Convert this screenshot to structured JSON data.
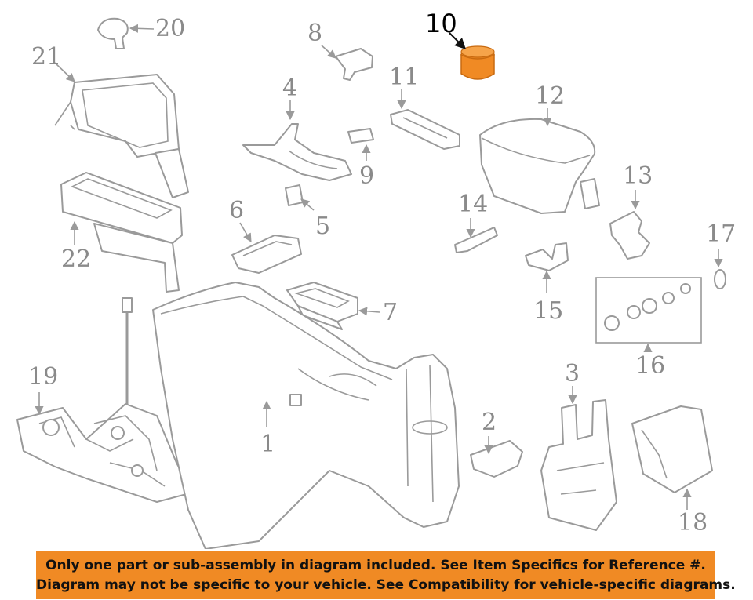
{
  "diagram": {
    "parts": [
      {
        "callout": "1",
        "highlighted": false
      },
      {
        "callout": "2",
        "highlighted": false
      },
      {
        "callout": "3",
        "highlighted": false
      },
      {
        "callout": "4",
        "highlighted": false
      },
      {
        "callout": "5",
        "highlighted": false
      },
      {
        "callout": "6",
        "highlighted": false
      },
      {
        "callout": "7",
        "highlighted": false
      },
      {
        "callout": "8",
        "highlighted": false
      },
      {
        "callout": "9",
        "highlighted": false
      },
      {
        "callout": "10",
        "highlighted": true
      },
      {
        "callout": "11",
        "highlighted": false
      },
      {
        "callout": "12",
        "highlighted": false
      },
      {
        "callout": "13",
        "highlighted": false
      },
      {
        "callout": "14",
        "highlighted": false
      },
      {
        "callout": "15",
        "highlighted": false
      },
      {
        "callout": "16",
        "highlighted": false
      },
      {
        "callout": "17",
        "highlighted": false
      },
      {
        "callout": "18",
        "highlighted": false
      },
      {
        "callout": "19",
        "highlighted": false
      },
      {
        "callout": "20",
        "highlighted": false
      },
      {
        "callout": "21",
        "highlighted": false
      },
      {
        "callout": "22",
        "highlighted": false
      }
    ],
    "highlight_color": "#f08a24",
    "line_color": "#9a9a9a"
  },
  "banner": {
    "line1": "Only one part or sub-assembly in diagram included. See Item Specifics for Reference #.",
    "line2": "Diagram may not be specific to your vehicle. See Compatibility for vehicle-specific diagrams.",
    "background": "#f08a24"
  }
}
